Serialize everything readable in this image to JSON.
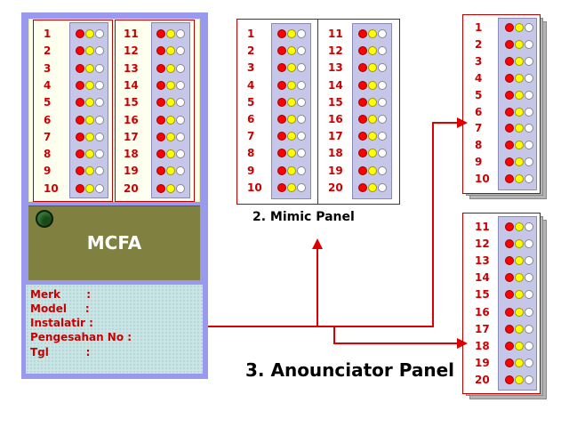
{
  "mcfa": {
    "label": "MCFA",
    "info_lines": [
      "Merk       :",
      "Model     :",
      "Instalatir :",
      "Pengesahan No :",
      "Tgl          :"
    ]
  },
  "mimic": {
    "caption": "2. Mimic Panel"
  },
  "annunciator": {
    "caption": "3. Anounciator Panel"
  },
  "zones_left": [
    "1",
    "2",
    "3",
    "4",
    "5",
    "6",
    "7",
    "8",
    "9",
    "10"
  ],
  "zones_right": [
    "11",
    "12",
    "13",
    "14",
    "15",
    "16",
    "17",
    "18",
    "19",
    "20"
  ],
  "colors": {
    "frame": "#9999ee",
    "olive": "#808040",
    "red_line": "#dd0000",
    "lamp_green": "#1a4a1a",
    "info_bg": "#c8e4e4"
  }
}
